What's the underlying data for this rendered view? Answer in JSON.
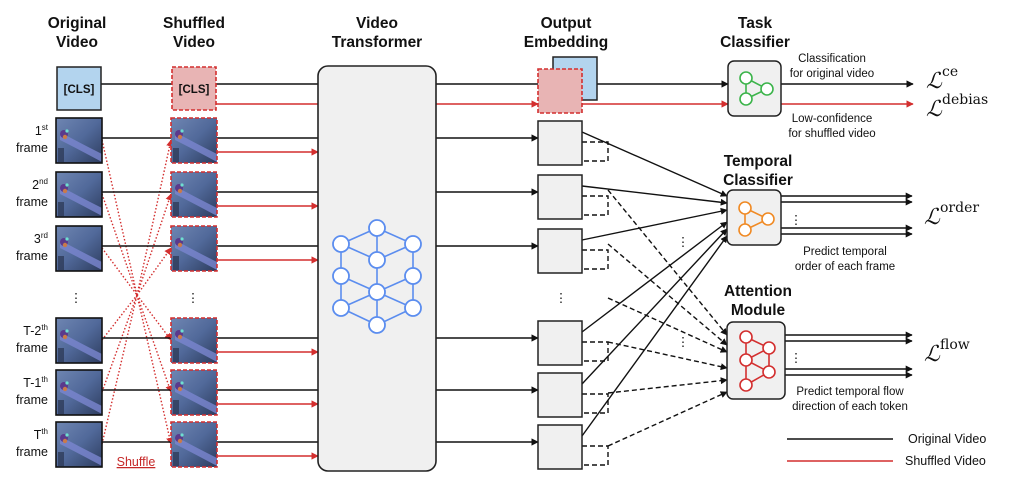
{
  "headers": {
    "original_video": [
      "Original",
      "Video"
    ],
    "shuffled_video": [
      "Shuffled",
      "Video"
    ],
    "video_transformer": [
      "Video",
      "Transformer"
    ],
    "output_embedding": [
      "Output",
      "Embedding"
    ],
    "task_classifier": [
      "Task",
      "Classifier"
    ],
    "temporal_classifier": [
      "Temporal",
      "Classifier"
    ],
    "attention_module": [
      "Attention",
      "Module"
    ]
  },
  "cls_token": "[CLS]",
  "frames": [
    {
      "base": "1",
      "sup": "st",
      "line2": "frame"
    },
    {
      "base": "2",
      "sup": "nd",
      "line2": "frame"
    },
    {
      "base": "3",
      "sup": "rd",
      "line2": "frame"
    },
    {
      "base": "T-2",
      "sup": "th",
      "line2": "frame"
    },
    {
      "base": "T-1",
      "sup": "th",
      "line2": "frame"
    },
    {
      "base": "T",
      "sup": "th",
      "line2": "frame"
    }
  ],
  "ellipsis": "⋮",
  "shuffle_label": "Shuffle",
  "annotations": {
    "classification": [
      "Classification",
      "for original video"
    ],
    "low_confidence": [
      "Low-confidence",
      "for shuffled video"
    ],
    "predict_order": [
      "Predict temporal",
      "order of each frame"
    ],
    "predict_flow": [
      "Predict temporal flow",
      "direction of each token"
    ]
  },
  "losses": {
    "ce": {
      "symbol": "ℒ",
      "sup": "ce"
    },
    "debias": {
      "symbol": "ℒ",
      "sup": "debias"
    },
    "order": {
      "symbol": "ℒ",
      "sup": "order"
    },
    "flow": {
      "symbol": "ℒ",
      "sup": "flow"
    }
  },
  "legend": [
    {
      "label": "Original Video",
      "color": "#111111"
    },
    {
      "label": "Shuffled Video",
      "color": "#d32f2f"
    }
  ],
  "colors": {
    "original_line": "#111111",
    "shuffled_line": "#d32f2f",
    "cls_blue": "#b3d4ee",
    "cls_red": "#e8b4b4",
    "box_gray": "#f0f0f0",
    "transformer_graph": "#5b8def",
    "task_graph": "#3cb44b",
    "temporal_graph": "#f08a24",
    "attention_graph": "#d32f2f",
    "frame_bg": "#4a5f86"
  }
}
